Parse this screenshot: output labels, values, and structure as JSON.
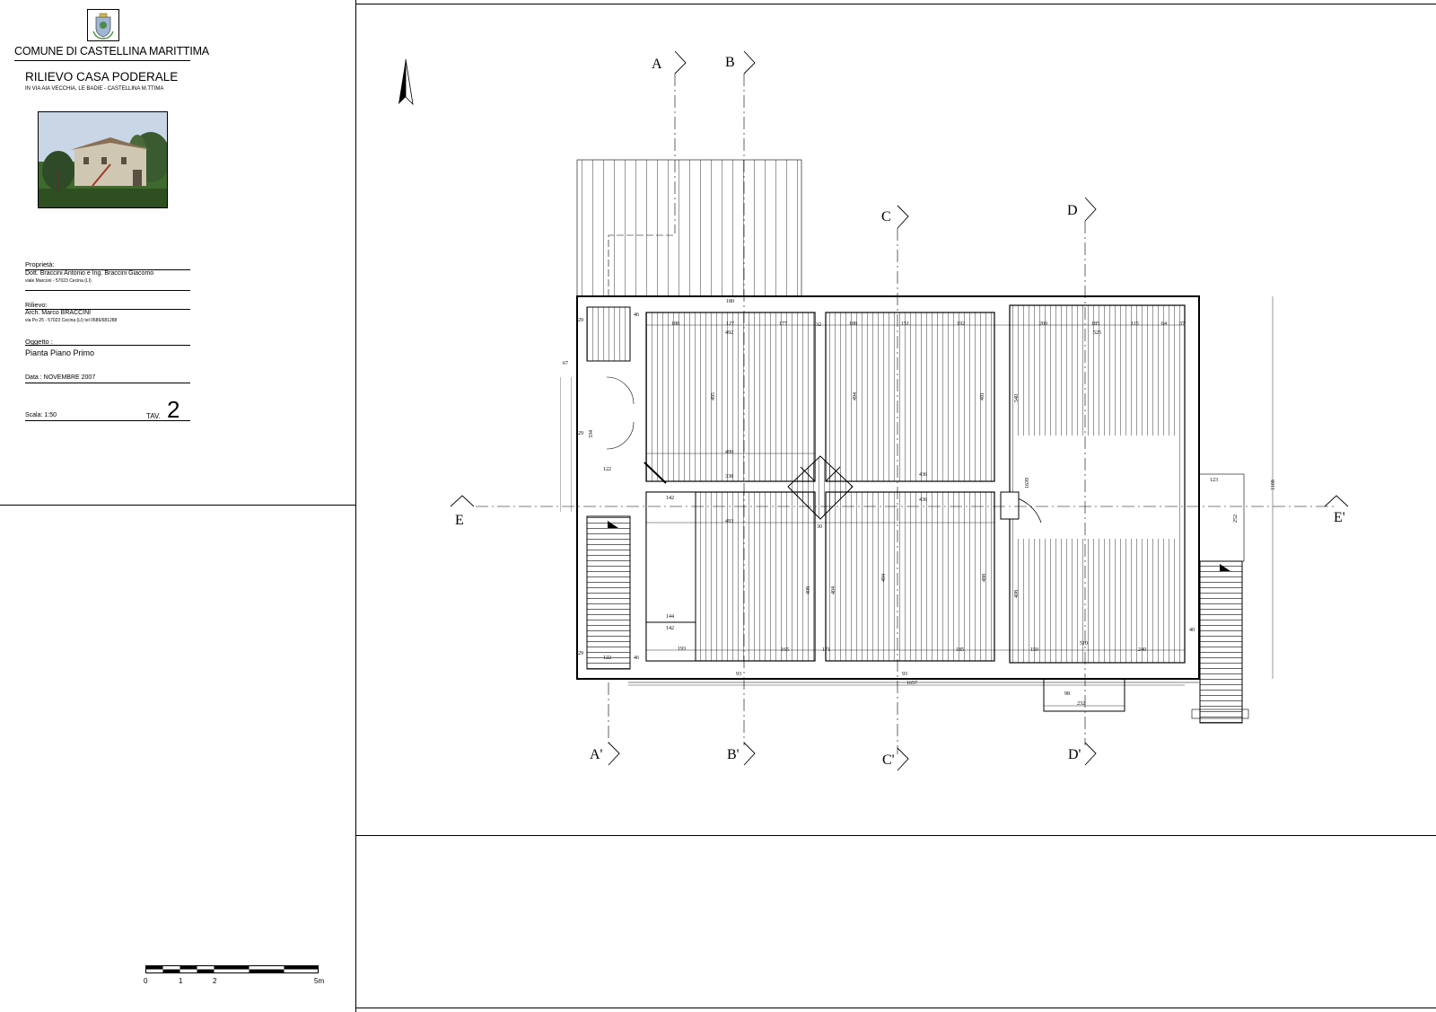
{
  "title_block": {
    "municipality": "COMUNE  DI CASTELLINA MARITTIMA",
    "drawing_title": "RILIEVO CASA PODERALE",
    "address": "IN VIA AIA VECCHIA, LE BADIE - CASTELLINA M.TTIMA",
    "owner_label": "Proprietà:",
    "owner_name": "Dott. Braccini Antonio e Ing. Braccini Giacomo",
    "owner_address": "viale Marconi - 57023 Cecina (LI)",
    "survey_label": "Rilievo:",
    "survey_name": "Arch. Marco BRACCINI",
    "survey_address": "via Po 25 - 57023 Cecina (LI) tel 0586/681288",
    "object_label": "Oggetto :",
    "object_value": "Pianta Piano Primo",
    "date_label": "Data :",
    "date_value": "NOVEMBRE 2007",
    "scale_label": "Scala:",
    "scale_value": "1:50",
    "sheet_label": "TAV.",
    "sheet_number": "2"
  },
  "scale_bar": {
    "labels": [
      "0",
      "1",
      "2",
      "5m"
    ]
  },
  "sections": {
    "A": "A",
    "A2": "A'",
    "B": "B",
    "B2": "B'",
    "C": "C",
    "C2": "C'",
    "D": "D",
    "D2": "D'",
    "E": "E",
    "E2": "E'"
  },
  "dimensions": {
    "d188": "188",
    "d177": "177",
    "d180": "180",
    "d492": "492",
    "d127": "127",
    "d32": "32",
    "d192": "192",
    "d151": "151",
    "d200": "200",
    "d115": "115",
    "d64": "64",
    "d37": "37",
    "d525": "525",
    "d499": "499",
    "d338": "338",
    "d436": "436",
    "d493": "493",
    "d171": "171",
    "d165": "165",
    "d185": "185",
    "d150": "150",
    "d240": "240",
    "d510": "510",
    "d1657": "1657",
    "d232": "232",
    "d122": "122",
    "d46": "46",
    "d29": "29",
    "d67": "67",
    "d123": "123",
    "d1108": "1108",
    "d252": "252",
    "d408": "408",
    "d1639": "1639",
    "d540": "540",
    "d495": "495",
    "d494": "494",
    "d491": "491",
    "d488": "488",
    "d404": "404",
    "d142": "142",
    "d144": "144",
    "d193": "193",
    "d334": "334",
    "d40": "40",
    "d93": "93",
    "d30": "30",
    "d98": "98"
  }
}
